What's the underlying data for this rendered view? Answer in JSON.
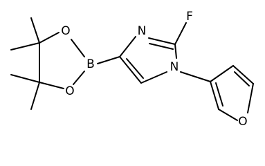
{
  "molecule": {
    "atoms": {
      "fluorine": "F",
      "imidazole_n3": "N",
      "imidazole_n1": "N",
      "boron": "B",
      "dioxaborolane_o_top": "O",
      "dioxaborolane_o_bottom": "O",
      "furan_o": "O"
    }
  }
}
